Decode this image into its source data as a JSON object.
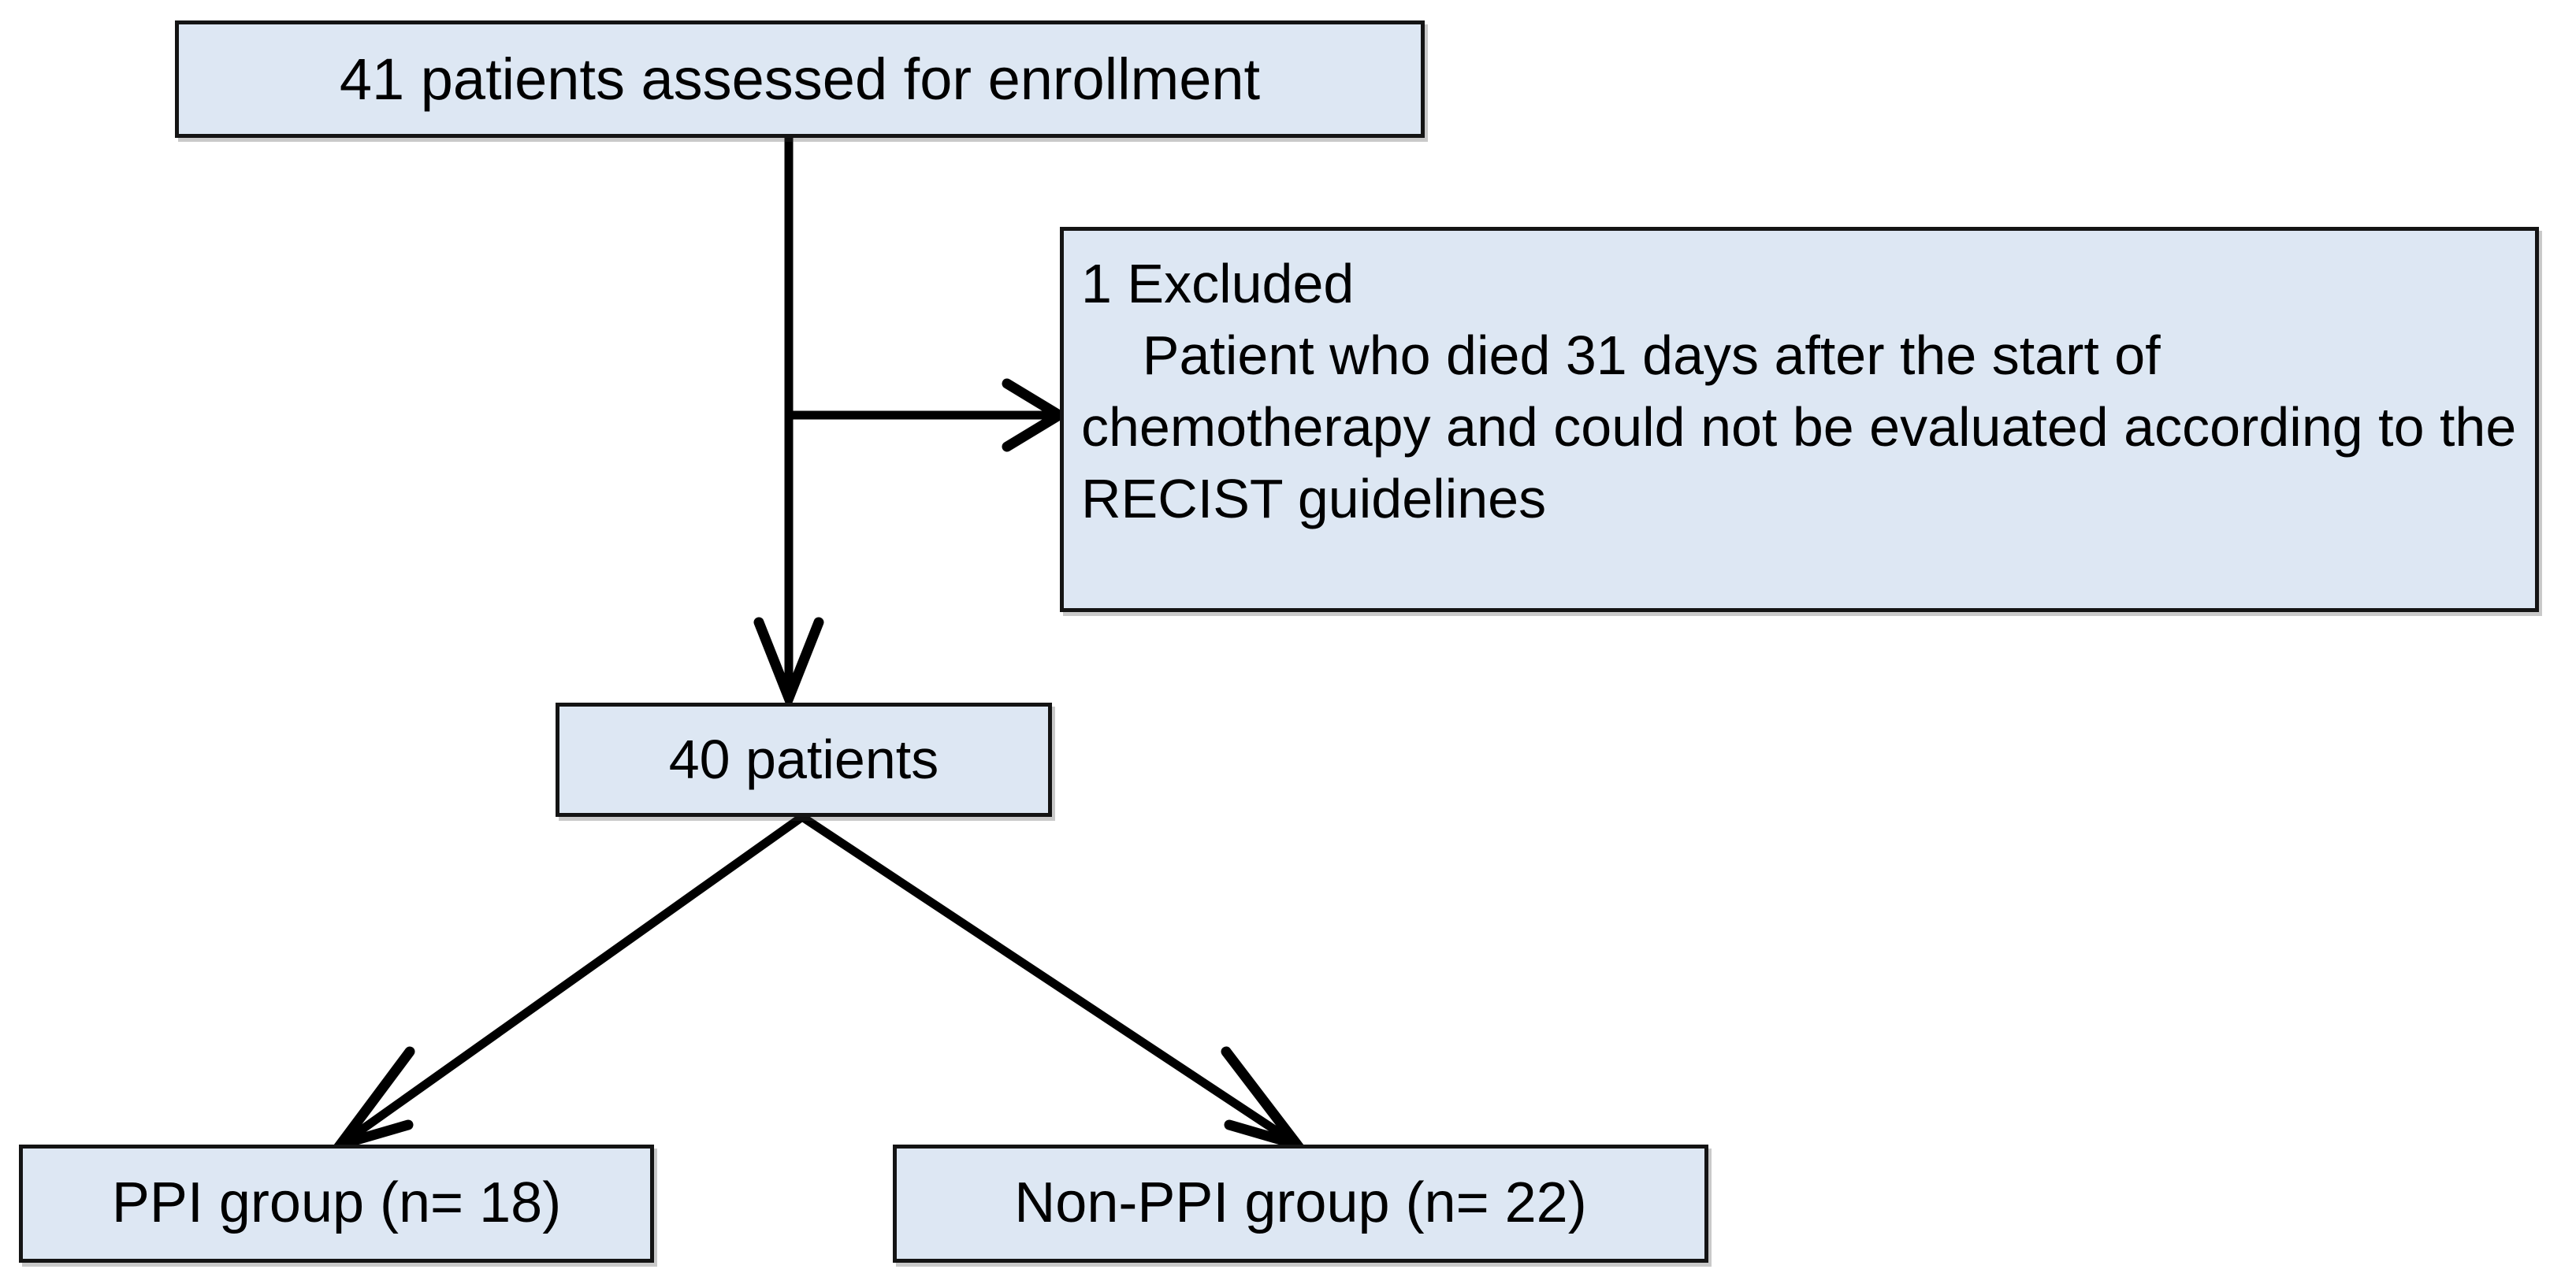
{
  "diagram": {
    "type": "flowchart",
    "title": "Patient enrollment flow diagram",
    "style": {
      "box_fill": "#dde7f3",
      "box_border": "#141414",
      "text_color": "#000000",
      "connector_color": "#000000",
      "background": "#ffffff"
    },
    "nodes": [
      {
        "id": "enrollment",
        "label": "41 patients assessed for enrollment",
        "count": 41
      },
      {
        "id": "excluded",
        "label": "1 Excluded\n    Patient who died 31 days after the start of chemotherapy and could not be evaluated according to the RECIST guidelines",
        "count": 1
      },
      {
        "id": "forty",
        "label": "40 patients",
        "count": 40
      },
      {
        "id": "ppi",
        "label": "PPI group (n= 18)",
        "count": 18
      },
      {
        "id": "nonppi",
        "label": "Non-PPI group (n= 22)",
        "count": 22
      }
    ],
    "edges": [
      {
        "from": "enrollment",
        "to": "excluded",
        "direction": "right"
      },
      {
        "from": "enrollment",
        "to": "forty",
        "direction": "down"
      },
      {
        "from": "forty",
        "to": "ppi",
        "direction": "down-left"
      },
      {
        "from": "forty",
        "to": "nonppi",
        "direction": "down-right"
      }
    ]
  }
}
